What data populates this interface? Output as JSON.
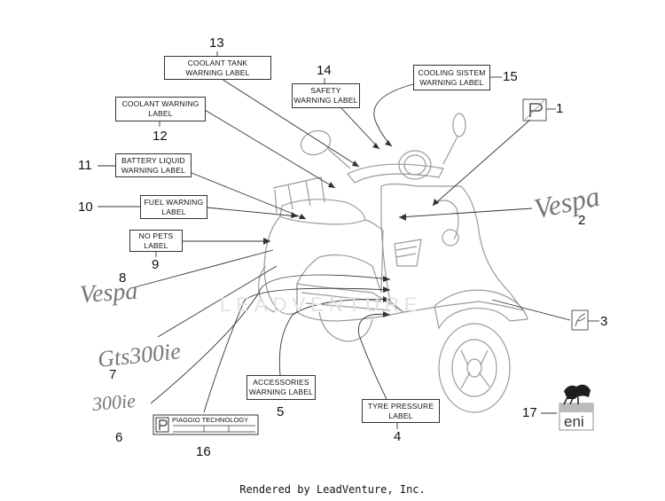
{
  "labels": {
    "coolant_tank": [
      "COOLANT TANK",
      "WARNING LABEL"
    ],
    "coolant_warning": [
      "COOLANT WARNING",
      "LABEL"
    ],
    "safety": [
      "SAFETY",
      "WARNING LABEL"
    ],
    "cooling_sistem": [
      "COOLING SISTEM",
      "WARNING LABEL"
    ],
    "battery_liquid": [
      "BATTERY LIQUID",
      "WARNING LABEL"
    ],
    "fuel_warning": [
      "FUEL WARNING",
      "LABEL"
    ],
    "no_pets": [
      "NO PETS",
      "LABEL"
    ],
    "accessories": [
      "ACCESSORIES",
      "WARNING LABEL"
    ],
    "tyre_pressure": [
      "TYRE PRESSURE",
      "LABEL"
    ],
    "piaggio_technology": "PIAGGIO TECHNOLOGY"
  },
  "callouts": {
    "n1": "1",
    "n2": "2",
    "n3": "3",
    "n4": "4",
    "n5": "5",
    "n6": "6",
    "n7": "7",
    "n8": "8",
    "n9": "9",
    "n10": "10",
    "n11": "11",
    "n12": "12",
    "n13": "13",
    "n14": "14",
    "n15": "15",
    "n16": "16",
    "n17": "17"
  },
  "logos": {
    "vespa_script": "Vespa",
    "gts_script": "Gts300ie",
    "s300_script": "300ie",
    "eni": "eni",
    "p_badge": "P"
  },
  "watermark": "LEADVENTURE",
  "footer": "Rendered by LeadVenture, Inc.",
  "colors": {
    "line": "#333333",
    "outline": "#888888",
    "watermark": "#e2e2e2"
  }
}
